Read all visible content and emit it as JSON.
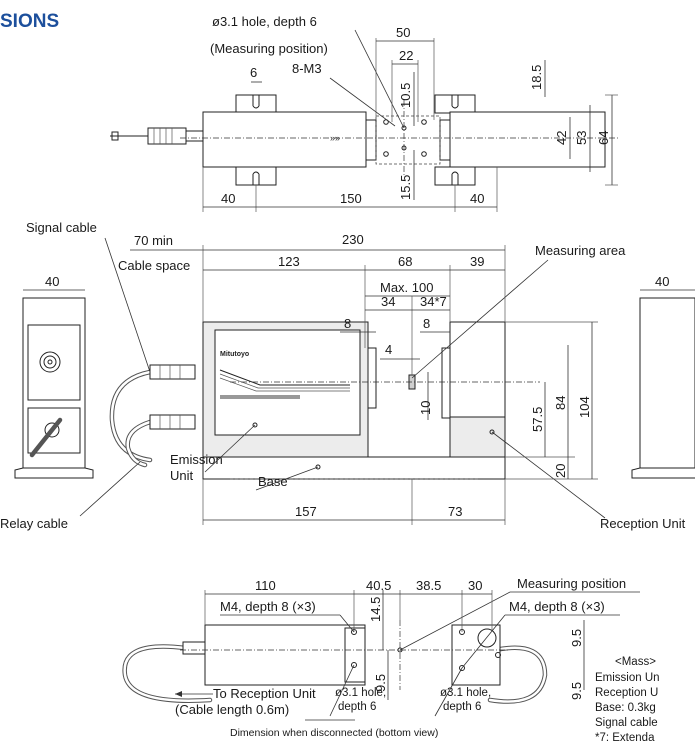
{
  "title": "SIONS",
  "top_view": {
    "hole_label": "ø3.1 hole, depth 6",
    "position_label": "(Measuring position)",
    "thread_label": "8-M3",
    "dims": {
      "d50": "50",
      "d22": "22",
      "d6": "6",
      "d10_5": "10.5",
      "d15_5": "15.5",
      "d18_5": "18.5",
      "d42": "42",
      "d53": "53",
      "d64": "64",
      "d40_left": "40",
      "d150": "150",
      "d40_right": "40"
    }
  },
  "front_view": {
    "signal_cable": "Signal cable",
    "cable_space_min": "70 min",
    "cable_space": "Cable space",
    "measuring_area": "Measuring area",
    "emission_unit_1": "Emission",
    "emission_unit_2": "Unit",
    "base": "Base",
    "relay_cable": "Relay cable",
    "reception_unit": "Reception Unit",
    "logo": "Mitutoyo",
    "dims": {
      "d230": "230",
      "d123": "123",
      "d68": "68",
      "d39": "39",
      "max100": "Max. 100",
      "d34": "34",
      "d34_note": "34*7",
      "d8a": "8",
      "d8b": "8",
      "d4": "4",
      "d10": "10",
      "d57_5": "57.5",
      "d84": "84",
      "d104": "104",
      "d20": "20",
      "d157": "157",
      "d73": "73",
      "d40_side": "40",
      "d40_side_right": "40"
    }
  },
  "bottom_view": {
    "measuring_position": "Measuring position",
    "m4_left": "M4, depth 8 (×3)",
    "m4_right": "M4, depth 8 (×3)",
    "hole_left_1": "ø3.1 hole,",
    "hole_left_2": "depth 6",
    "hole_right_1": "ø3.1 hole,",
    "hole_right_2": "depth 6",
    "to_reception": "To Reception Unit",
    "cable_length": "(Cable length 0.6m)",
    "caption": "Dimension when disconnected (bottom view)",
    "dims": {
      "d110": "110",
      "d40_5": "40.5",
      "d38_5": "38.5",
      "d30": "30",
      "d14_5": "14.5",
      "d9_5_left": "9.5",
      "d9_5_right_top": "9.5",
      "d9_5_right_bot": "9.5"
    }
  },
  "mass": {
    "heading": "<Mass>",
    "lines": [
      "Emission Un",
      "Reception U",
      "Base: 0.3kg",
      "Signal cable",
      "*7: Extenda"
    ]
  }
}
